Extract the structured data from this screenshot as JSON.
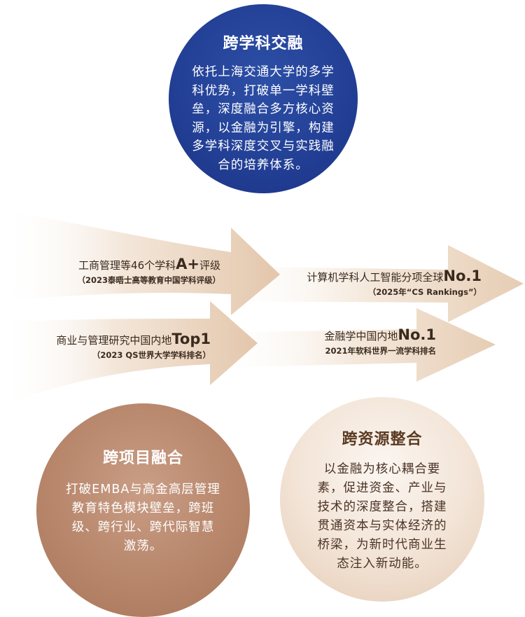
{
  "circles": [
    {
      "title": "跨学科交融",
      "body": "依托上海交通大学的多学\n科优势，打破单一学科壁\n垒，深度融合多方核心资\n源，以金融为引擎，构建\n多学科深度交叉与实践融\n合的培养体系。"
    },
    {
      "title": "跨项目融合",
      "body": "打破EMBA与高金高层管理\n教育特色模块壁垒，跨班\n级、跨行业、跨代际智慧\n激荡。"
    },
    {
      "title": "跨资源整合",
      "body": "以金融为核心耦合要\n素，促进资金、产业与\n技术的深度整合，搭建\n贯通资本与实体经济的\n桥梁，为新时代商业生\n态注入新动能。"
    }
  ],
  "rankings": [
    {
      "text": "工商管理等46个学科",
      "highlight": "A+",
      "suffix": "评级",
      "note": "（2023泰晤士高等教育中国学科评级）"
    },
    {
      "text": "计算机学科人工智能分项全球",
      "highlight": "No.1",
      "suffix": "",
      "note": "（2025年“CS Rankings”）"
    },
    {
      "text": "商业与管理研究中国内地",
      "highlight": "Top1",
      "suffix": "",
      "note": "（2023 QS世界大学学科排名）"
    },
    {
      "text": "金融学中国内地",
      "highlight": "No.1",
      "suffix": "",
      "note": "2021年软科世界一流学科排名"
    }
  ],
  "colors": {
    "navy": "#223f95",
    "tan": "#b7866b",
    "cream": "#f3e5d8",
    "arrow": "#e9d3bd",
    "text_dark": "#3a2a1e"
  }
}
